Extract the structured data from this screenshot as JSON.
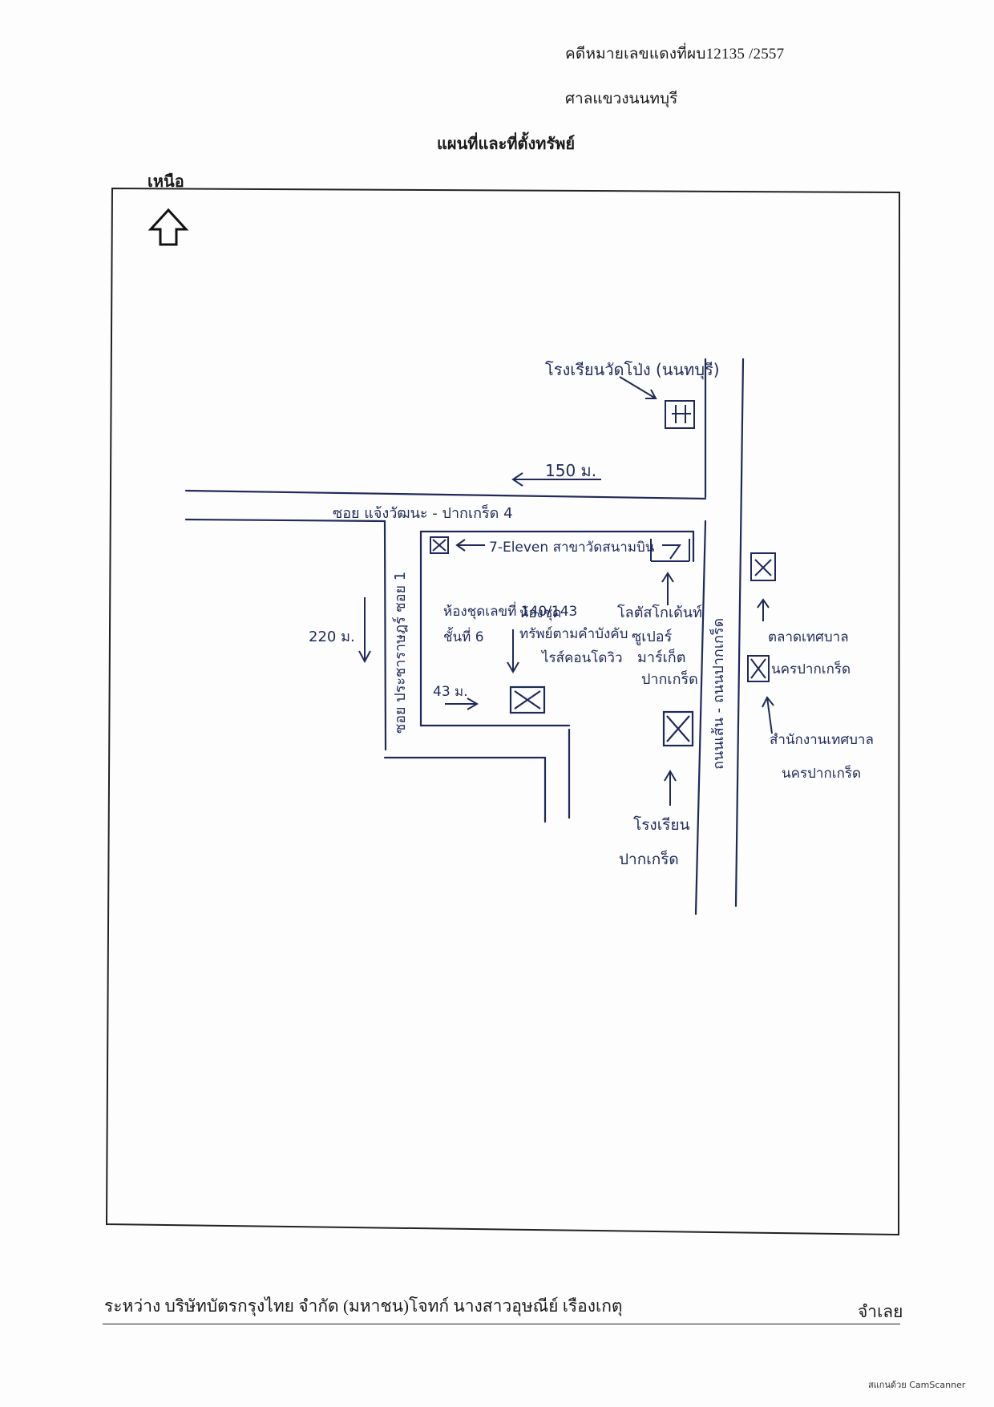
{
  "header": {
    "case_number": "คดีหมายเลขแดงที่ผบ12135 /2557",
    "court": "ศาลแขวงนนทบุรี",
    "title": "แผนที่และที่ตั้งทรัพย์"
  },
  "map": {
    "north_label": "เหนือ",
    "annotations": {
      "school_watpo": "โรงเรียนวัดโป่ง (นนทบุรี)",
      "distance_150": "150 ม.",
      "soi_main": "ซอย แจ้งวัฒนะ - ปากเกร็ด 4",
      "seven_eleven": "7-Eleven สาขาวัดสนามบิน",
      "distance_220": "220 ม.",
      "soi_side": "ซอย ประชาราษฎร์ ซอย 1",
      "property_line1": "ห้องชุดเลขที่ 140/143",
      "property_line2": "ชั้นที่ 6",
      "condo_line1": "ห้องชุด",
      "condo_line2": "ทรัพย์ตามคำบังคับ",
      "condo_line3": "ไรส์คอนโดวิว",
      "distance_43": "43 ม.",
      "lotus_line1": "โลตัสโกเด้นท์",
      "lotus_line2": "ซูเปอร์",
      "lotus_line3": "มาร์เก็ต",
      "lotus_line4": "ปากเกร็ด",
      "main_road": "ถนนเส้น - ถนนปากเกร็ด",
      "municipal_market_line1": "ตลาดเทศบาล",
      "municipal_market_line2": "นครปากเกร็ด",
      "municipal_office_line1": "สำนักงานเทศบาล",
      "municipal_office_line2": "นครปากเกร็ด",
      "school_pakkret_line1": "โรงเรียน",
      "school_pakkret_line2": "ปากเกร็ด"
    }
  },
  "footer": {
    "parties": "ระหว่าง บริษัทบัตรกรุงไทย จำกัด (มหาชน)โจทก์ นางสาวอุษณีย์ เรืองเกตุ",
    "defendant_word": "จำเลย",
    "scanner_mark": "สแกนด้วย CamScanner"
  }
}
